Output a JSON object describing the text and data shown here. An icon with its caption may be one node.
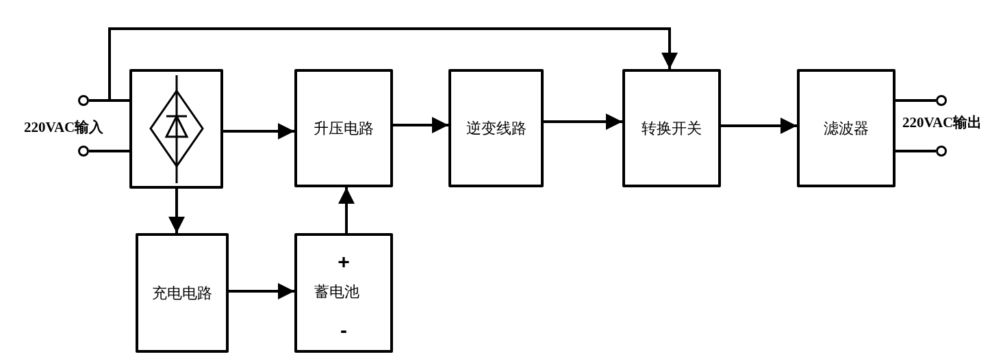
{
  "diagram": {
    "nodes": [
      {
        "text": [],
        "shape": "box"
      },
      {
        "text": [
          "升压电路"
        ]
      },
      {
        "text": [
          "逆变线路"
        ]
      },
      {
        "text": [
          "转换开关"
        ]
      },
      {
        "text": [
          "滤波器"
        ]
      },
      {
        "text": [
          "充电电路"
        ]
      },
      {
        "text": [
          "+",
          "蓄电池",
          "-"
        ]
      },
      {
        "text": [],
        "shape": "circle"
      },
      {
        "text": [],
        "shape": "circle"
      },
      {
        "text": [],
        "shape": "circle"
      },
      {
        "text": [],
        "shape": "circle"
      }
    ],
    "edges": [
      {
        "from": 7,
        "to": 0,
        "arrow": "none"
      },
      {
        "from": 8,
        "to": 0,
        "arrow": "none"
      },
      {
        "from": 7,
        "to": 3,
        "arrow": "to"
      },
      {
        "from": 0,
        "to": 1,
        "arrow": "to"
      },
      {
        "from": 1,
        "to": 2,
        "arrow": "to"
      },
      {
        "from": 2,
        "to": 3,
        "arrow": "to"
      },
      {
        "from": 3,
        "to": 4,
        "arrow": "to"
      },
      {
        "from": 4,
        "to": 9,
        "arrow": "none"
      },
      {
        "from": 4,
        "to": 10,
        "arrow": "none"
      },
      {
        "from": 0,
        "to": 5,
        "arrow": "to"
      },
      {
        "from": 5,
        "to": 6,
        "arrow": "to"
      },
      {
        "from": 6,
        "to": 1,
        "arrow": "to"
      }
    ],
    "labels": [
      "220VAC输入",
      "220VAC输出"
    ]
  }
}
